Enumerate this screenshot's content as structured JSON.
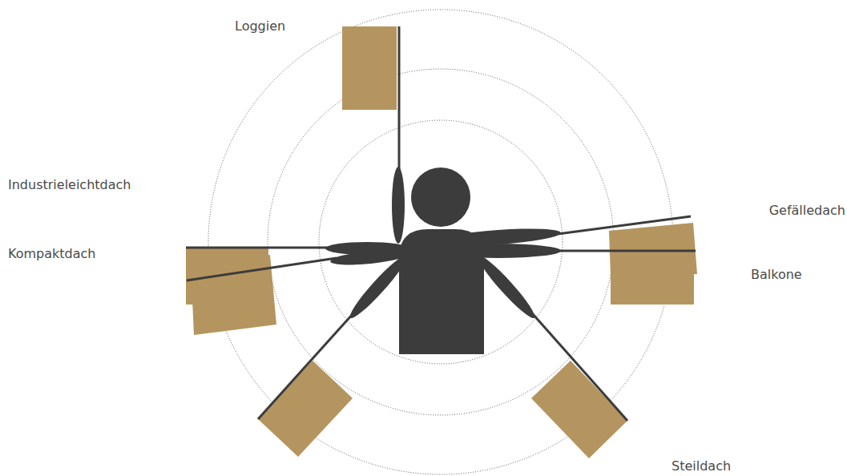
{
  "diagram": {
    "labels": [
      "Loggien",
      "Industrieleichtdach",
      "Gefälledach",
      "Kompaktdach",
      "Balkone",
      "Steildach"
    ]
  }
}
